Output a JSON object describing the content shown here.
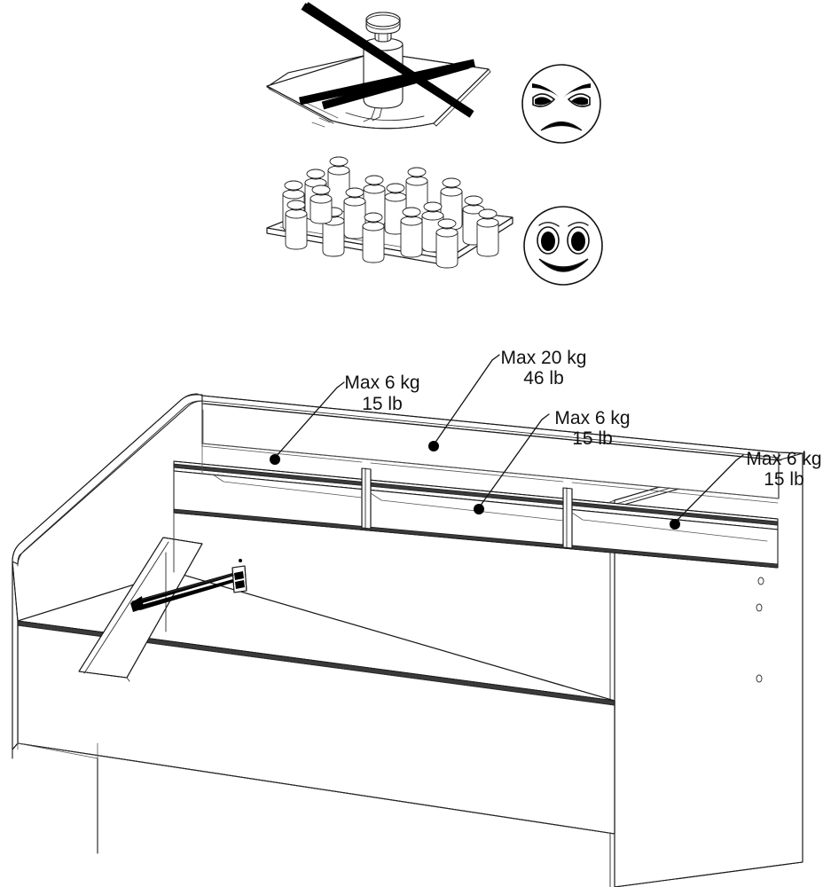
{
  "diagram": {
    "title": "Shelf and bed weight limit assembly notice",
    "type": "furniture-assembly-instruction",
    "panels": [
      {
        "id": "incorrect-loading",
        "verdict": "incorrect",
        "face": "angry-face",
        "marker": "x-mark",
        "description": "Single heavy weight concentrated at the centre of a shelf causing the shelf to bend",
        "weight_count": 1
      },
      {
        "id": "correct-loading",
        "verdict": "correct",
        "face": "smiley-face",
        "marker": "none",
        "description": "Many small weights distributed evenly across a flat shelf",
        "weight_count": 17
      }
    ],
    "furniture": {
      "name": "bed with headboard shelf unit",
      "cubby_count": 3,
      "shelf_count": 2
    },
    "labels": [
      {
        "id": "label-left-cubby",
        "line1": "Max 6 kg",
        "line2": "15 lb",
        "target": "left-cubby-shelf"
      },
      {
        "id": "label-top-shelf",
        "line1": "Max 20 kg",
        "line2": "46 lb",
        "target": "top-headboard-shelf"
      },
      {
        "id": "label-middle-cubby",
        "line1": "Max 6 kg",
        "line2": "15 lb",
        "target": "middle-cubby-shelf"
      },
      {
        "id": "label-right-cubby",
        "line1": "Max 6 kg",
        "line2": "15 lb",
        "target": "right-cubby-shelf"
      }
    ],
    "colors": {
      "line": "#1a1a1a",
      "background": "#ffffff",
      "marker": "#000000",
      "text": "#111111"
    }
  }
}
